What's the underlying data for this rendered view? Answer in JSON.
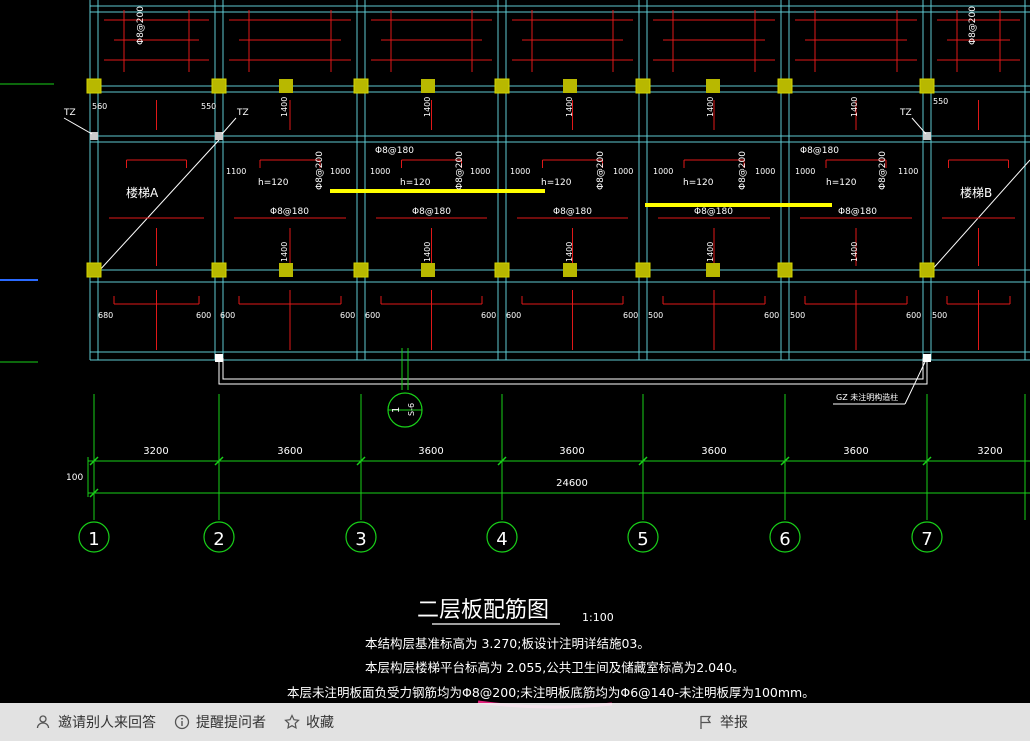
{
  "drawing": {
    "title": "二层板配筋图",
    "scale": "1:100",
    "notes": [
      "本结构层基准标高为 3.270;板设计注明详结施03。",
      "本层构层楼梯平台标高为 2.055,公共卫生间及储藏室标高为2.040。",
      "本层未注明板面负受力钢筋均为Φ8@200;未注明板底筋均为Φ6@140-未注明板厚为100mm。"
    ],
    "stairs": [
      "楼梯A",
      "楼梯B"
    ],
    "column_labels": [
      "TZ",
      "TZ",
      "TZ"
    ],
    "gz_label": "GZ 未注明构造柱",
    "dim_top_left": "560",
    "dim_top_right_1": "550",
    "dim_top_right_2": "550",
    "section_mark_number": "1",
    "section_mark_sheet": "S-6",
    "dim_left_edge": "100",
    "rebar_labels": {
      "phi8_180": "Φ8@180",
      "phi8_200": "Φ8@200",
      "h120": "h=120",
      "len_1000": "1000",
      "len_1100": "1100",
      "len_1400": "1400",
      "len_600": "600",
      "len_500": "500",
      "len_680": "680"
    },
    "bay_dims": [
      "3200",
      "3600",
      "3600",
      "3600",
      "3600",
      "3600",
      "3200"
    ],
    "total_dim": "24600",
    "axes": [
      "1",
      "2",
      "3",
      "4",
      "5",
      "6",
      "7"
    ]
  },
  "colors": {
    "background": "#000000",
    "beam": "#5ec9d1",
    "rebar": "#e01818",
    "column": "#b8b800",
    "text": "#ffffff",
    "axis": "#19d019",
    "highlight": "#ffff00",
    "underline": "#e0207a"
  },
  "bottom_bar": {
    "invite": "邀请别人来回答",
    "remind": "提醒提问者",
    "favorite": "收藏",
    "report": "举报"
  }
}
